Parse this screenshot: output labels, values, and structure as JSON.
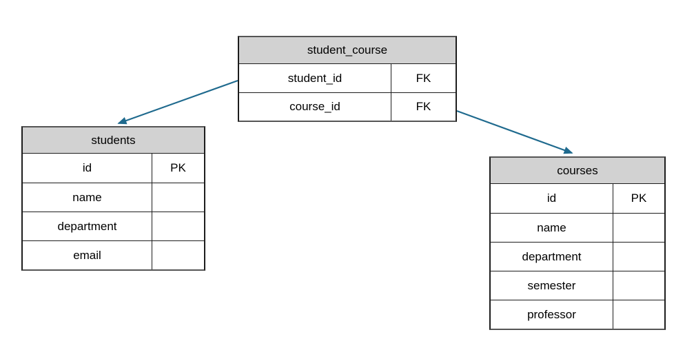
{
  "diagram": {
    "colors": {
      "background": "#ffffff",
      "border": "#1c1c1c",
      "border_soft": "#555555",
      "header_fill": "#d2d2d2",
      "text": "#000000",
      "arrow": "#1f6a8e"
    },
    "tables": [
      {
        "title": "student_course",
        "rows": [
          {
            "field": "student_id",
            "key": "FK"
          },
          {
            "field": "course_id",
            "key": "FK"
          }
        ]
      },
      {
        "title": "students",
        "rows": [
          {
            "field": "id",
            "key": "PK"
          },
          {
            "field": "name",
            "key": ""
          },
          {
            "field": "department",
            "key": ""
          },
          {
            "field": "email",
            "key": ""
          }
        ]
      },
      {
        "title": "courses",
        "rows": [
          {
            "field": "id",
            "key": "PK"
          },
          {
            "field": "name",
            "key": ""
          },
          {
            "field": "department",
            "key": ""
          },
          {
            "field": "semester",
            "key": ""
          },
          {
            "field": "professor",
            "key": ""
          }
        ]
      }
    ],
    "relations": [
      {
        "from_table": "student_course",
        "from_field": "student_id",
        "to_table": "students"
      },
      {
        "from_table": "student_course",
        "from_field": "course_id",
        "to_table": "courses"
      }
    ]
  }
}
